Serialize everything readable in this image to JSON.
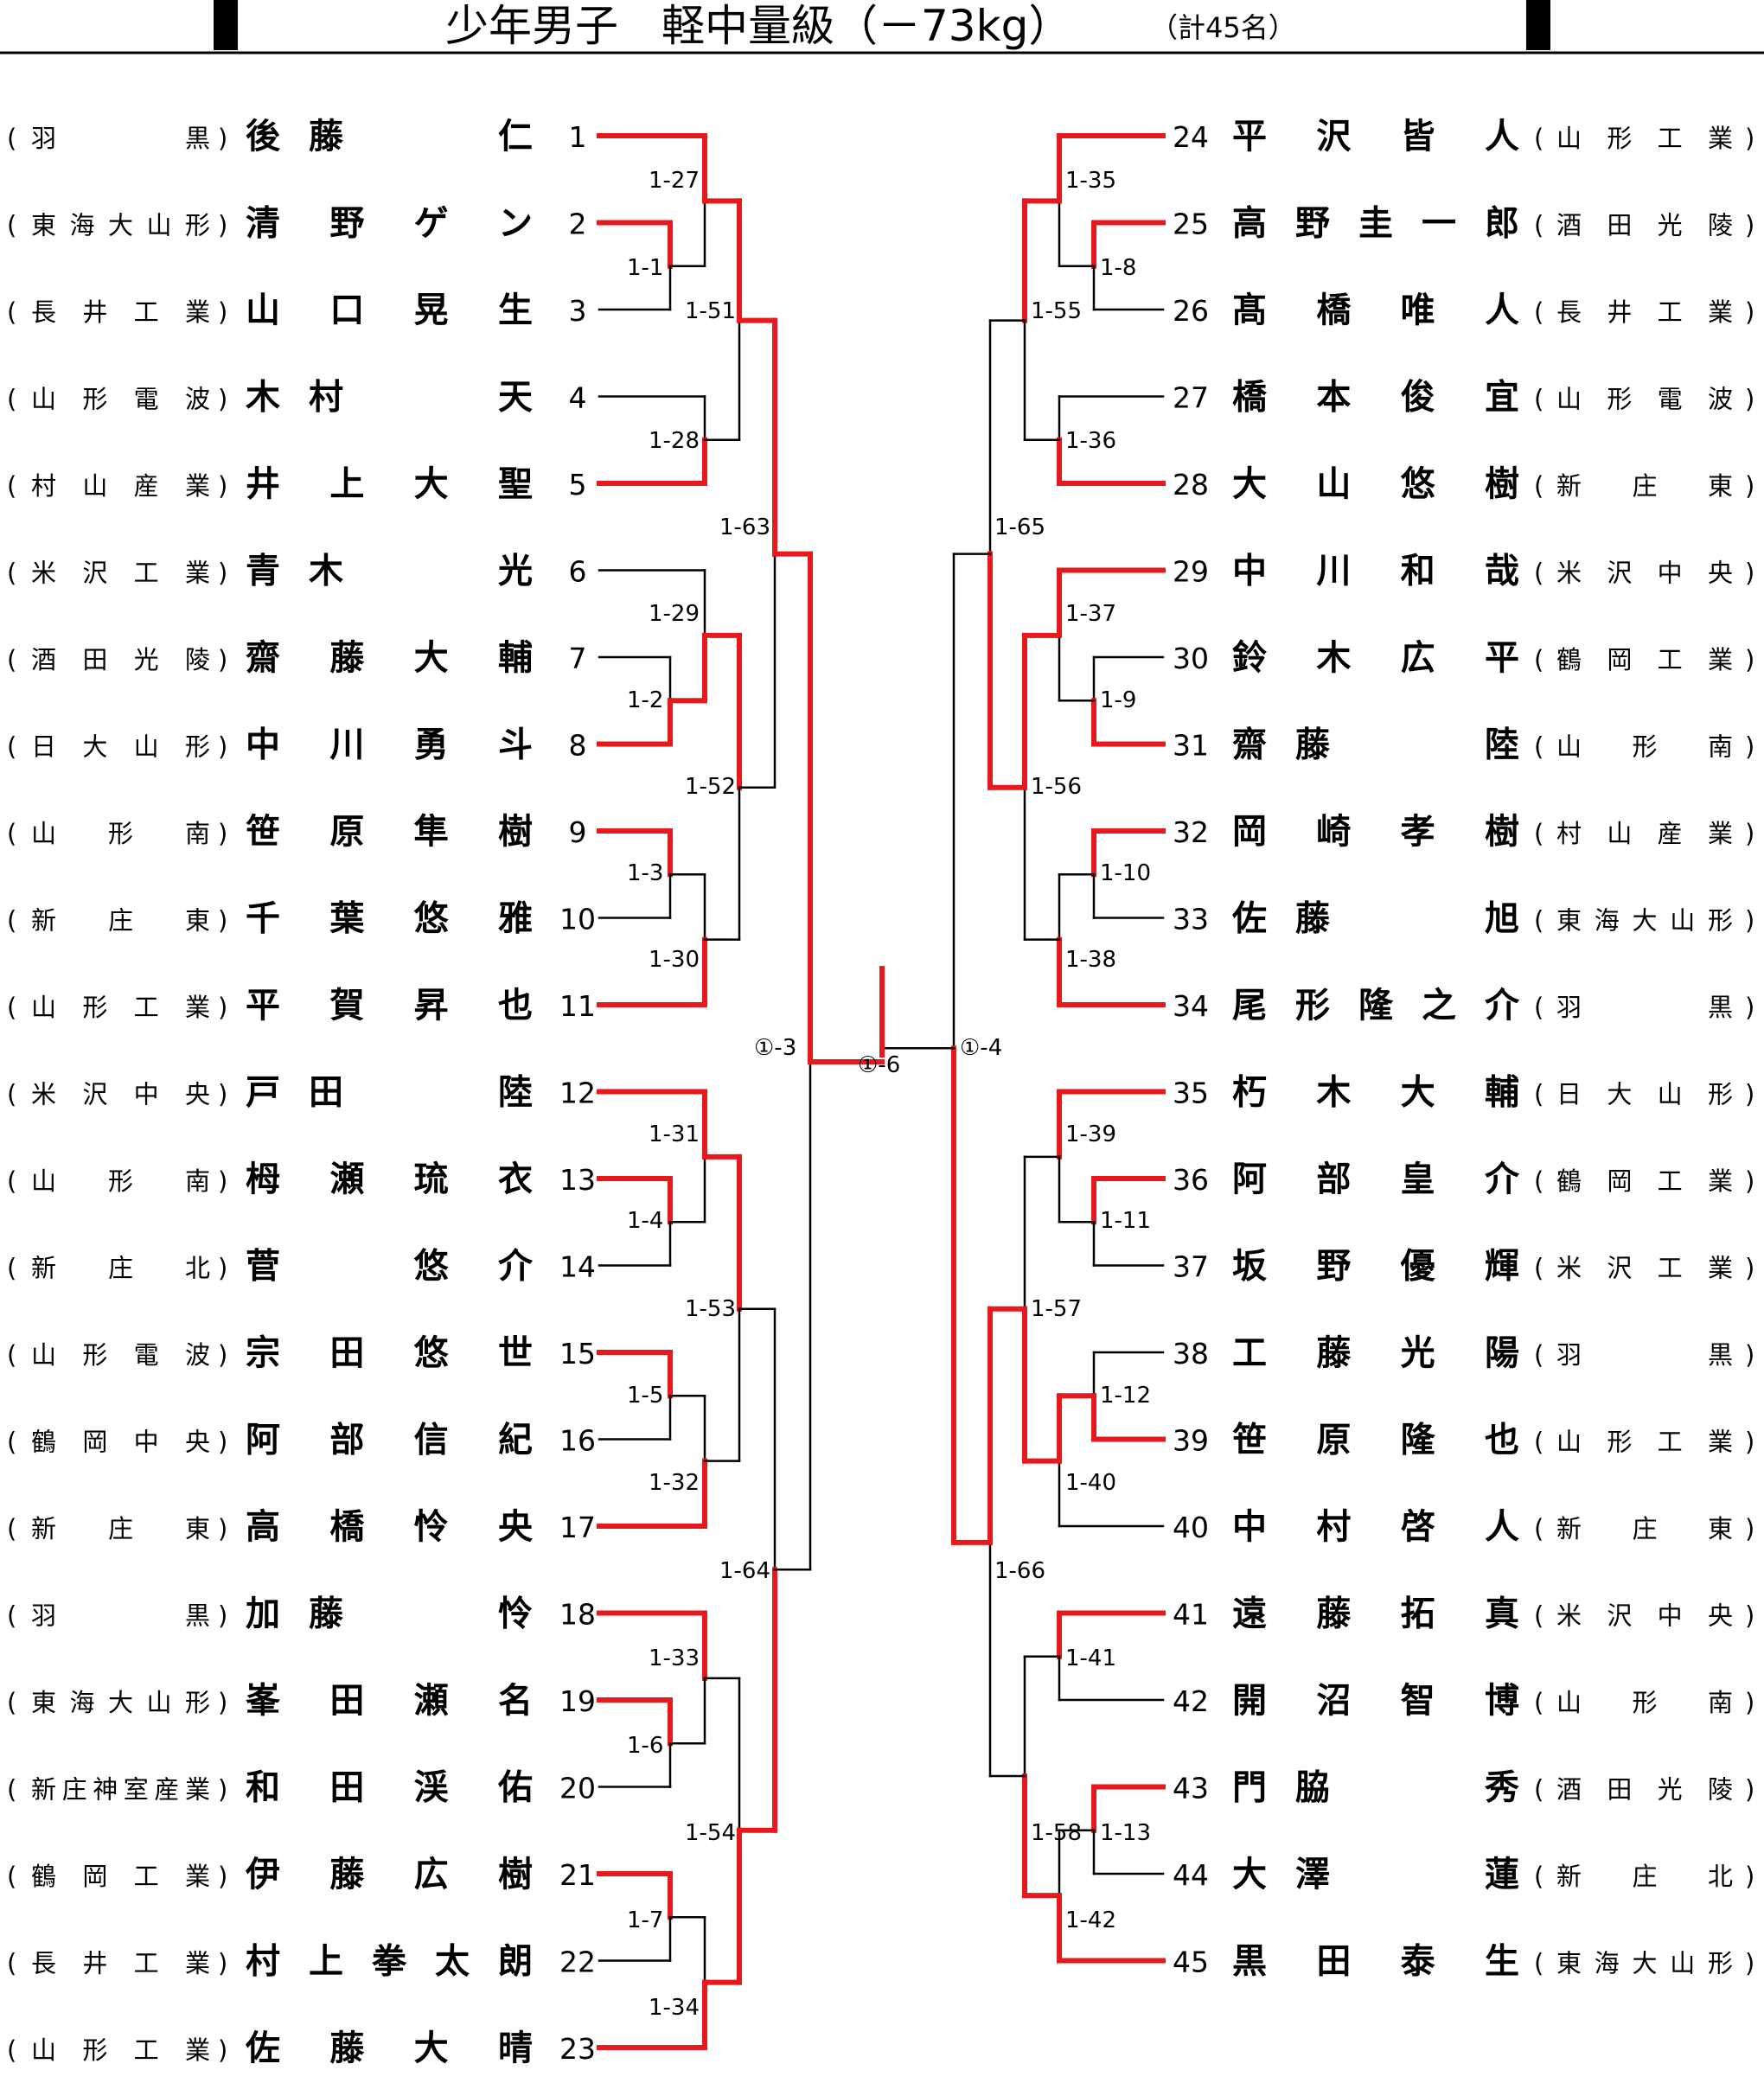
{
  "header": {
    "title": "少年男子　軽中量級（－73kg）",
    "total": "（計45名）"
  },
  "colors": {
    "winner_line": "#e8191c",
    "normal_line": "#000000"
  },
  "left_players": [
    {
      "seed": "1",
      "name": "後藤　　仁",
      "school": "羽　　　黒"
    },
    {
      "seed": "2",
      "name": "清野ゲン",
      "school": "東海大山形"
    },
    {
      "seed": "3",
      "name": "山口晃生",
      "school": "長井工業"
    },
    {
      "seed": "4",
      "name": "木村　　天",
      "school": "山形電波"
    },
    {
      "seed": "5",
      "name": "井上大聖",
      "school": "村山産業"
    },
    {
      "seed": "6",
      "name": "青木　　光",
      "school": "米沢工業"
    },
    {
      "seed": "7",
      "name": "齋藤大輔",
      "school": "酒田光陵"
    },
    {
      "seed": "8",
      "name": "中川勇斗",
      "school": "日大山形"
    },
    {
      "seed": "9",
      "name": "笹原隼樹",
      "school": "山　形　南"
    },
    {
      "seed": "10",
      "name": "千葉悠雅",
      "school": "新　庄　東"
    },
    {
      "seed": "11",
      "name": "平賀昇也",
      "school": "山形工業"
    },
    {
      "seed": "12",
      "name": "戸田　　陸",
      "school": "米沢中央"
    },
    {
      "seed": "13",
      "name": "栂瀬琉衣",
      "school": "山　形　南"
    },
    {
      "seed": "14",
      "name": "菅　悠介",
      "school": "新　庄　北"
    },
    {
      "seed": "15",
      "name": "宗田悠世",
      "school": "山形電波"
    },
    {
      "seed": "16",
      "name": "阿部信紀",
      "school": "鶴岡中央"
    },
    {
      "seed": "17",
      "name": "高橋怜央",
      "school": "新　庄　東"
    },
    {
      "seed": "18",
      "name": "加藤　　怜",
      "school": "羽　　　黒"
    },
    {
      "seed": "19",
      "name": "峯田瀬名",
      "school": "東海大山形"
    },
    {
      "seed": "20",
      "name": "和田渓佑",
      "school": "新庄神室産業"
    },
    {
      "seed": "21",
      "name": "伊藤広樹",
      "school": "鶴岡工業"
    },
    {
      "seed": "22",
      "name": "村上拳太朗",
      "school": "長井工業"
    },
    {
      "seed": "23",
      "name": "佐藤大晴",
      "school": "山形工業"
    }
  ],
  "right_players": [
    {
      "seed": "24",
      "name": "平沢皆人",
      "school": "山形工業"
    },
    {
      "seed": "25",
      "name": "高野圭一郎",
      "school": "酒田光陵"
    },
    {
      "seed": "26",
      "name": "髙橋唯人",
      "school": "長井工業"
    },
    {
      "seed": "27",
      "name": "橋本俊宜",
      "school": "山形電波"
    },
    {
      "seed": "28",
      "name": "大山悠樹",
      "school": "新　庄　東"
    },
    {
      "seed": "29",
      "name": "中川和哉",
      "school": "米沢中央"
    },
    {
      "seed": "30",
      "name": "鈴木広平",
      "school": "鶴岡工業"
    },
    {
      "seed": "31",
      "name": "齋藤　　陸",
      "school": "山　形　南"
    },
    {
      "seed": "32",
      "name": "岡崎孝樹",
      "school": "村山産業"
    },
    {
      "seed": "33",
      "name": "佐藤　　旭",
      "school": "東海大山形"
    },
    {
      "seed": "34",
      "name": "尾形隆之介",
      "school": "羽　　　黒"
    },
    {
      "seed": "35",
      "name": "朽木大輔",
      "school": "日大山形"
    },
    {
      "seed": "36",
      "name": "阿部皇介",
      "school": "鶴岡工業"
    },
    {
      "seed": "37",
      "name": "坂野優輝",
      "school": "米沢工業"
    },
    {
      "seed": "38",
      "name": "工藤光陽",
      "school": "羽　　　黒"
    },
    {
      "seed": "39",
      "name": "笹原隆也",
      "school": "山形工業"
    },
    {
      "seed": "40",
      "name": "中村啓人",
      "school": "新　庄　東"
    },
    {
      "seed": "41",
      "name": "遠藤拓真",
      "school": "米沢中央"
    },
    {
      "seed": "42",
      "name": "開沼智博",
      "school": "山　形　南"
    },
    {
      "seed": "43",
      "name": "門脇　　秀",
      "school": "酒田光陵"
    },
    {
      "seed": "44",
      "name": "大澤　　蓮",
      "school": "新　庄　北"
    },
    {
      "seed": "45",
      "name": "黒田泰生",
      "school": "東海大山形"
    }
  ],
  "match_labels": {
    "m1_1": "1-1",
    "m1_2": "1-2",
    "m1_3": "1-3",
    "m1_4": "1-4",
    "m1_5": "1-5",
    "m1_6": "1-6",
    "m1_7": "1-7",
    "m1_8": "1-8",
    "m1_9": "1-9",
    "m1_10": "1-10",
    "m1_11": "1-11",
    "m1_12": "1-12",
    "m1_13": "1-13",
    "m1_27": "1-27",
    "m1_28": "1-28",
    "m1_29": "1-29",
    "m1_30": "1-30",
    "m1_31": "1-31",
    "m1_32": "1-32",
    "m1_33": "1-33",
    "m1_34": "1-34",
    "m1_35": "1-35",
    "m1_36": "1-36",
    "m1_37": "1-37",
    "m1_38": "1-38",
    "m1_39": "1-39",
    "m1_40": "1-40",
    "m1_41": "1-41",
    "m1_42": "1-42",
    "m1_51": "1-51",
    "m1_52": "1-52",
    "m1_53": "1-53",
    "m1_54": "1-54",
    "m1_55": "1-55",
    "m1_56": "1-56",
    "m1_57": "1-57",
    "m1_58": "1-58",
    "m1_63": "1-63",
    "m1_64": "1-64",
    "m1_65": "1-65",
    "m1_66": "1-66",
    "sf3": "①-3",
    "sf4": "①-4",
    "final": "①-6"
  }
}
